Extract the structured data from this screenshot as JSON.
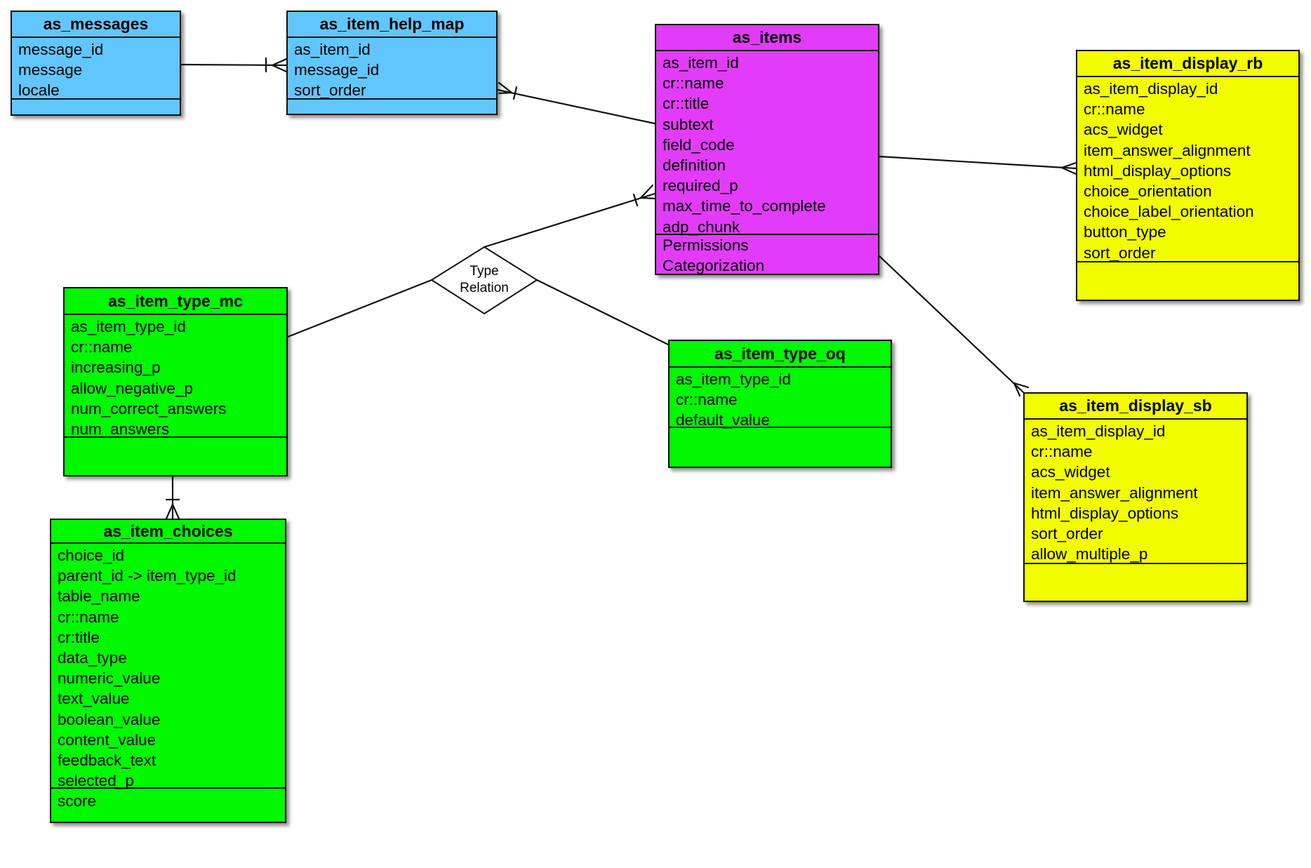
{
  "diagram": {
    "type": "entity-relationship",
    "colors": {
      "blue": "#62c6fe",
      "magenta": "#e23cfa",
      "green": "#00f800",
      "yellow": "#f2fd00",
      "line": "#111111"
    },
    "entities": {
      "as_messages": {
        "title": "as_messages",
        "color": "blue",
        "fields": [
          "message_id",
          "message",
          "locale"
        ],
        "extra": []
      },
      "as_item_help_map": {
        "title": "as_item_help_map",
        "color": "blue",
        "fields": [
          "as_item_id",
          "message_id",
          "sort_order"
        ],
        "extra": []
      },
      "as_items": {
        "title": "as_items",
        "color": "magenta",
        "fields": [
          "as_item_id",
          "cr::name",
          "cr::title",
          "subtext",
          "field_code",
          "definition",
          "required_p",
          "max_time_to_complete",
          "adp_chunk"
        ],
        "extra": [
          "Permissions",
          "Categorization"
        ]
      },
      "as_item_display_rb": {
        "title": "as_item_display_rb",
        "color": "yellow",
        "fields": [
          "as_item_display_id",
          "cr::name",
          "acs_widget",
          "item_answer_alignment",
          "html_display_options",
          "choice_orientation",
          "choice_label_orientation",
          "button_type",
          "sort_order"
        ],
        "extra": []
      },
      "as_item_type_mc": {
        "title": "as_item_type_mc",
        "color": "green",
        "fields": [
          "as_item_type_id",
          "cr::name",
          "increasing_p",
          "allow_negative_p",
          "num_correct_answers",
          "num_answers"
        ],
        "extra": []
      },
      "as_item_type_oq": {
        "title": "as_item_type_oq",
        "color": "green",
        "fields": [
          "as_item_type_id",
          "cr::name",
          "default_value"
        ],
        "extra": []
      },
      "as_item_display_sb": {
        "title": "as_item_display_sb",
        "color": "yellow",
        "fields": [
          "as_item_display_id",
          "cr::name",
          "acs_widget",
          "item_answer_alignment",
          "html_display_options",
          "sort_order",
          "allow_multiple_p"
        ],
        "extra": []
      },
      "as_item_choices": {
        "title": "as_item_choices",
        "color": "green",
        "fields": [
          "choice_id",
          "parent_id -> item_type_id",
          "table_name",
          "cr::name",
          "cr:title",
          "data_type",
          "numeric_value",
          "text_value",
          "boolean_value",
          "content_value",
          "feedback_text",
          "selected_p",
          "score"
        ],
        "extra": []
      }
    },
    "relation": {
      "label_line1": "Type",
      "label_line2": "Relation"
    },
    "relationships": [
      {
        "from": "as_messages",
        "to": "as_item_help_map",
        "from_end": "none",
        "to_end": "one-to-many"
      },
      {
        "from": "as_items",
        "to": "as_item_help_map",
        "from_end": "none",
        "to_end": "one-to-many"
      },
      {
        "from": "as_items",
        "to": "as_item_display_rb",
        "from_end": "none",
        "to_end": "many"
      },
      {
        "from": "as_items",
        "to": "as_item_display_sb",
        "from_end": "none",
        "to_end": "many"
      },
      {
        "from": "Type Relation",
        "to": "as_items",
        "from_end": "none",
        "to_end": "one-to-many"
      },
      {
        "from": "Type Relation",
        "to": "as_item_type_mc",
        "from_end": "none",
        "to_end": "none"
      },
      {
        "from": "Type Relation",
        "to": "as_item_type_oq",
        "from_end": "none",
        "to_end": "none"
      },
      {
        "from": "as_item_type_mc",
        "to": "as_item_choices",
        "from_end": "none",
        "to_end": "one-to-many"
      }
    ]
  }
}
